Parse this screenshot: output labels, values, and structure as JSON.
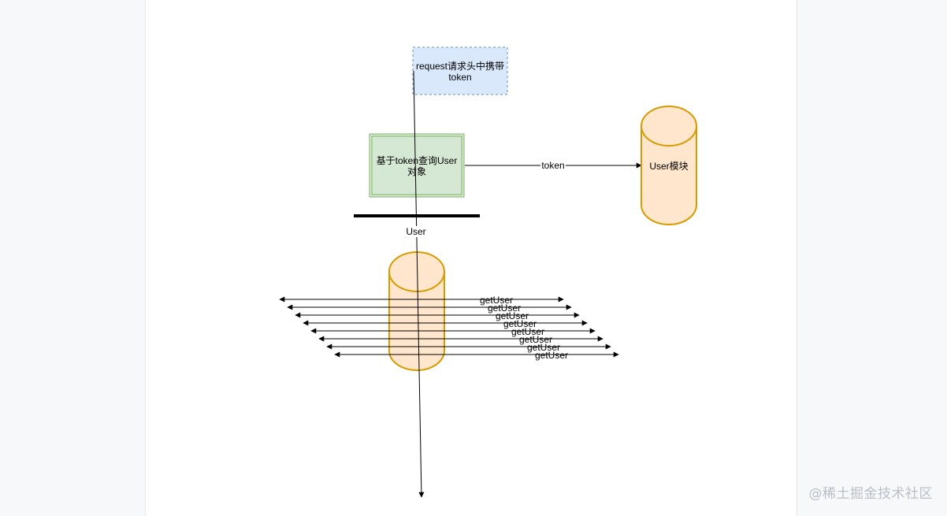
{
  "diagram": {
    "request_box": {
      "line1": "request请求头中携带",
      "line2": "token"
    },
    "query_box": {
      "line1": "基于token查询User",
      "line2": "对象"
    },
    "user_module": {
      "label": "User模块"
    },
    "token_arrow": {
      "label": "token"
    },
    "user_bar": {
      "label": "User"
    },
    "get_user_arrows": [
      "getUser",
      "getUser",
      "getUser",
      "getUser",
      "getUser",
      "getUser",
      "getUser",
      "getUser"
    ]
  },
  "watermark": "@稀土掘金技术社区",
  "colors": {
    "request_fill": "#dae8fc",
    "request_stroke": "#6c8ebf",
    "query_fill": "#d5e8d4",
    "query_stroke": "#82b366",
    "cylinder_fill": "#ffe6cc",
    "cylinder_stroke": "#d79b00"
  }
}
